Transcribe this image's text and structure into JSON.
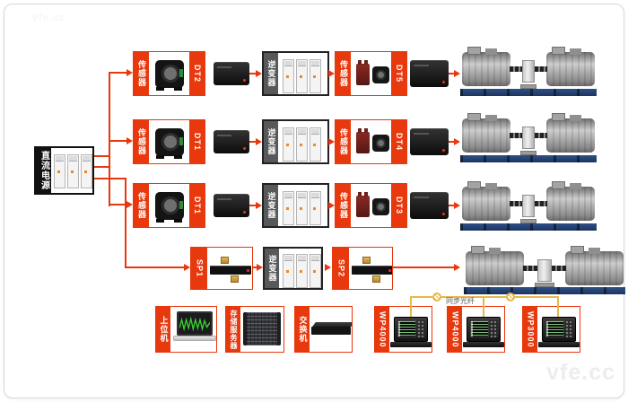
{
  "colors": {
    "red": "#e8380d",
    "inverter_gray": "#57585a",
    "fiber_yellow": "#e9b84a",
    "bench_base_blue": "#1c3560"
  },
  "power_supply": {
    "label": "直流电源"
  },
  "rows": [
    {
      "sensor_label": "传感器",
      "dt_label": "DT2",
      "inverter_label": "逆变器",
      "sensor2_label": "传感器",
      "dt2_label": "DT5"
    },
    {
      "sensor_label": "传感器",
      "dt_label": "DT1",
      "inverter_label": "逆变器",
      "sensor2_label": "传感器",
      "dt2_label": "DT4"
    },
    {
      "sensor_label": "传感器",
      "dt_label": "DT1",
      "inverter_label": "逆变器",
      "sensor2_label": "传感器",
      "dt2_label": "DT3"
    }
  ],
  "row4": {
    "sp1_label": "SP1",
    "inverter_label": "逆变器",
    "sp2_label": "SP2"
  },
  "bottom_row": [
    {
      "label": "上位机"
    },
    {
      "label": "存储服务器"
    },
    {
      "label": "交换机"
    },
    {
      "label": "WP4000"
    },
    {
      "label": "WP4000"
    },
    {
      "label": "WP3000"
    }
  ],
  "fiber": {
    "label": "同步光纤"
  },
  "watermark": "vfe.cc"
}
